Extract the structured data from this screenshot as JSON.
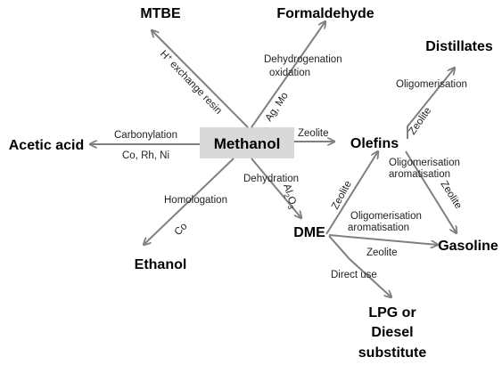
{
  "diagram": {
    "nodes": {
      "methanol": "Methanol",
      "mtbe": "MTBE",
      "formaldehyde": "Formaldehyde",
      "distillates": "Distillates",
      "acetic_acid": "Acetic acid",
      "olefins": "Olefins",
      "dme": "DME",
      "gasoline": "Gasoline",
      "ethanol": "Ethanol",
      "lpg_line1": "LPG or",
      "lpg_line2": "Diesel",
      "lpg_line3": "substitute"
    },
    "labels": {
      "hplus_h": "H",
      "hplus_plus": "+",
      "hplus_rest": " exchange resin",
      "dehydrogenation": "Dehydrogenation",
      "oxidation": "oxidation",
      "ag_mo": "Ag, Mo",
      "oligomerisation_top": "Oligomerisation",
      "zeolite_distillates": "Zeolite",
      "carbonylation": "Carbonylation",
      "co_rh_ni": "Co, Rh, Ni",
      "zeolite_olefins": "Zeolite",
      "dehydration": "Dehydration",
      "al_al": "Al",
      "al_sub2": "2",
      "al_o": "O",
      "al_sub3": "3",
      "homologation": "Homologation",
      "co": "Co",
      "zeolite_dme_olefins": "Zeolite",
      "olig_arom_1a": "Oligomerisation",
      "olig_arom_1b": "aromatisation",
      "zeolite_olefins_gasoline": "Zeolite",
      "olig_arom_2a": "Oligomerisation",
      "olig_arom_2b": "aromatisation",
      "zeolite_dme_gasoline": "Zeolite",
      "direct_use": "Direct use"
    },
    "colors": {
      "arrow": "#808080",
      "methanol_box": "#d9d9d9"
    }
  }
}
